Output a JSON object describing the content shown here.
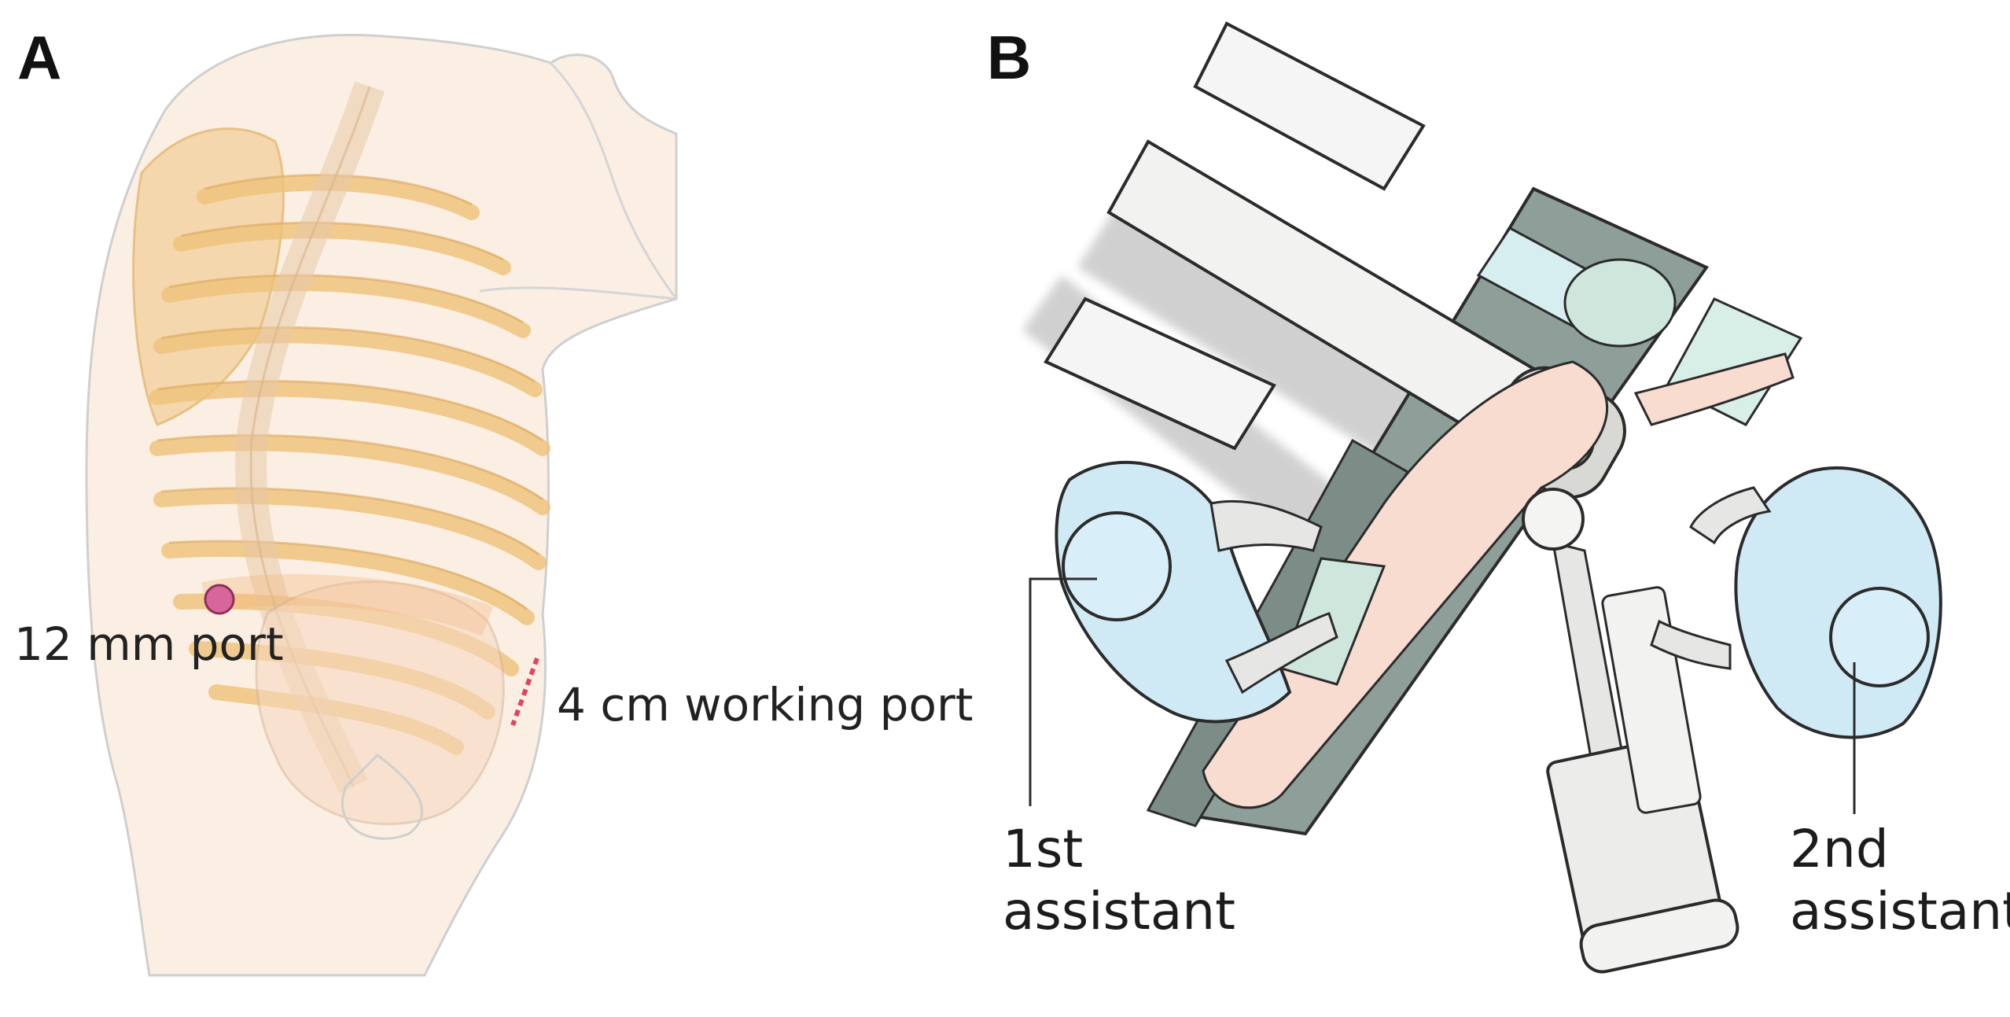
{
  "panel_a": {
    "letter": "A",
    "port_label_small": "12 mm port",
    "port_label_working": "4 cm working port",
    "colors": {
      "port_dot": "#d9669a",
      "working_port": "#e0455f",
      "rib": "#efc27a",
      "skin_outline": "#cfcfcf"
    }
  },
  "panel_b": {
    "letter": "B",
    "assistant_1_line1": "1st",
    "assistant_1_line2": "assistant",
    "assistant_2_line1": "2nd",
    "assistant_2_line2": "assistant",
    "colors": {
      "table": "#8e9e98",
      "assistant": "#cfe9f5",
      "skin": "#f8dcd0",
      "arm": "#eaeae6",
      "outline": "#2b2b2b"
    }
  }
}
